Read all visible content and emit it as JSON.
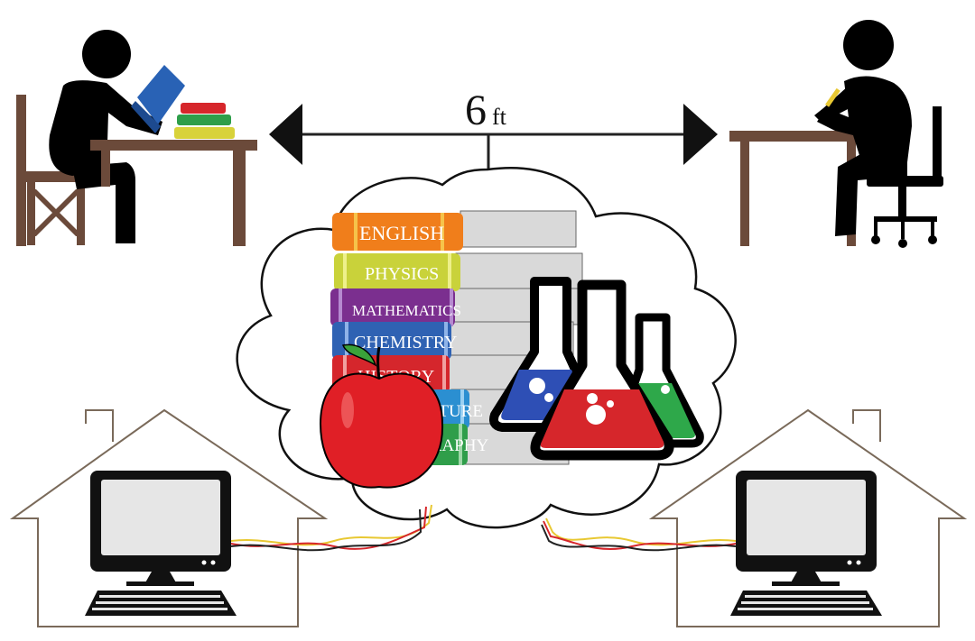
{
  "distance": {
    "value": "6",
    "unit": "ft"
  },
  "books": [
    {
      "label": "ENGLISH",
      "color": "#f07e1b"
    },
    {
      "label": "PHYSICS",
      "color": "#c9d23a"
    },
    {
      "label": "MATHEMATICS",
      "color": "#7b2f8f"
    },
    {
      "label": "CHEMISTRY",
      "color": "#2f62b3"
    },
    {
      "label": "HISTORY",
      "color": "#d5262c"
    },
    {
      "label": "LITERATURE",
      "color": "#2b8fd1"
    },
    {
      "label": "GEOGRAPHY",
      "color": "#2f9e4a"
    }
  ],
  "flasks": [
    {
      "liquid": "blue",
      "color": "#2e4fb5"
    },
    {
      "liquid": "red",
      "color": "#d6262b"
    },
    {
      "liquid": "green",
      "color": "#2ea84a"
    }
  ],
  "colors": {
    "figure": "#000000",
    "desk": "#6b4a3a",
    "house_outline": "#7a6a5a",
    "apple": "#e01f26",
    "leaf": "#3aa23a"
  },
  "icons": [
    "student-reading-icon",
    "student-writing-icon",
    "books-stack-icon",
    "apple-icon",
    "flasks-icon",
    "house-icon",
    "computer-icon",
    "cable-icon"
  ]
}
